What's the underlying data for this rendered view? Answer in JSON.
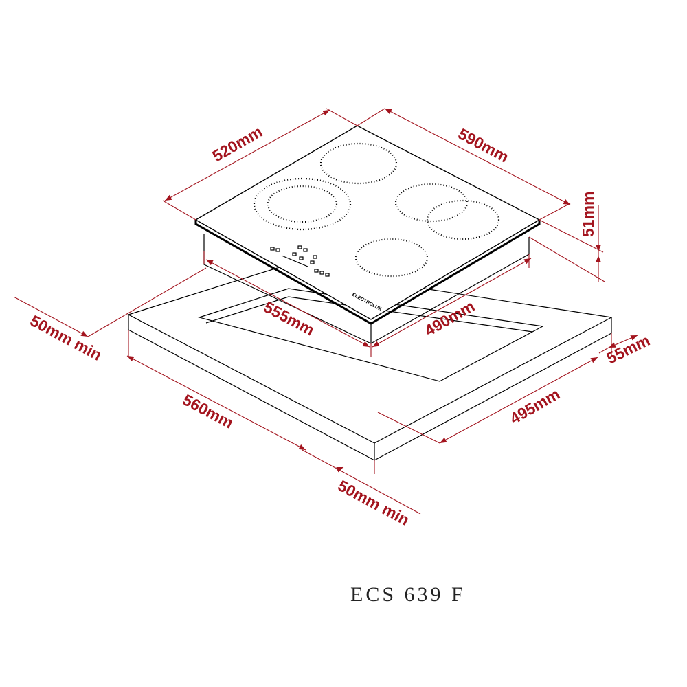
{
  "model": "ECS 639 F",
  "brand_mark": "ELECTROLUX",
  "colors": {
    "dimension": "#a3141e",
    "outline": "#000000",
    "background": "#ffffff"
  },
  "dimensions": {
    "hob_depth": "520mm",
    "hob_width": "590mm",
    "hob_height": "51mm",
    "cutout_depth": "490mm",
    "cutout_width": "555mm",
    "clearance_back": "55mm",
    "worktop_width": "560mm",
    "worktop_depth": "495mm",
    "clearance_left": "50mm min",
    "clearance_front": "50mm min"
  }
}
